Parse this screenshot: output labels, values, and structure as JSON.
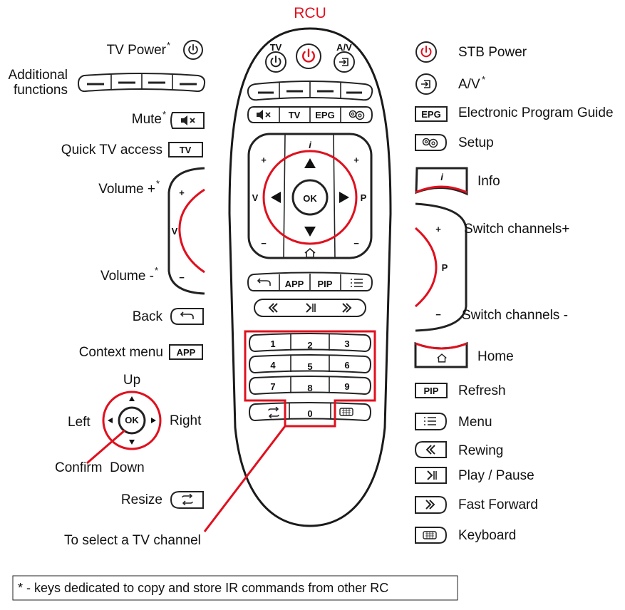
{
  "title": "RCU",
  "accent_color": "#e0101e",
  "left_labels": {
    "tv_power": "TV Power",
    "additional_1": "Additional",
    "additional_2": "functions",
    "mute": "Mute",
    "quick_tv": "Quick TV access",
    "volume_plus": "Volume +",
    "volume_minus": "Volume -",
    "back": "Back",
    "context_menu": "Context menu",
    "up": "Up",
    "left": "Left",
    "right": "Right",
    "confirm_down": "Confirm  Down",
    "resize": "Resize",
    "select_channel": "To select a TV channel"
  },
  "right_labels": {
    "stb_power": "STB Power",
    "av": "A/V",
    "epg": "Electronic Program Guide",
    "setup": "Setup",
    "info": "Info",
    "ch_plus": "Switch channels+",
    "ch_minus": "Switch channels -",
    "home": "Home",
    "refresh": "Refresh",
    "menu": "Menu",
    "rewind": "Rewing",
    "play_pause": "Play / Pause",
    "fast_forward": "Fast Forward",
    "keyboard": "Keyboard"
  },
  "asterisk": "*",
  "keys": {
    "tv": "TV",
    "av": "A/V",
    "epg": "EPG",
    "app": "APP",
    "pip": "PIP",
    "ok": "OK",
    "info": "i",
    "v": "V",
    "p": "P",
    "plus": "+",
    "minus": "−",
    "digits": [
      "1",
      "2",
      "3",
      "4",
      "5",
      "6",
      "7",
      "8",
      "9",
      "0"
    ]
  },
  "footnote": "* - keys dedicated to copy and store IR commands from other RC"
}
